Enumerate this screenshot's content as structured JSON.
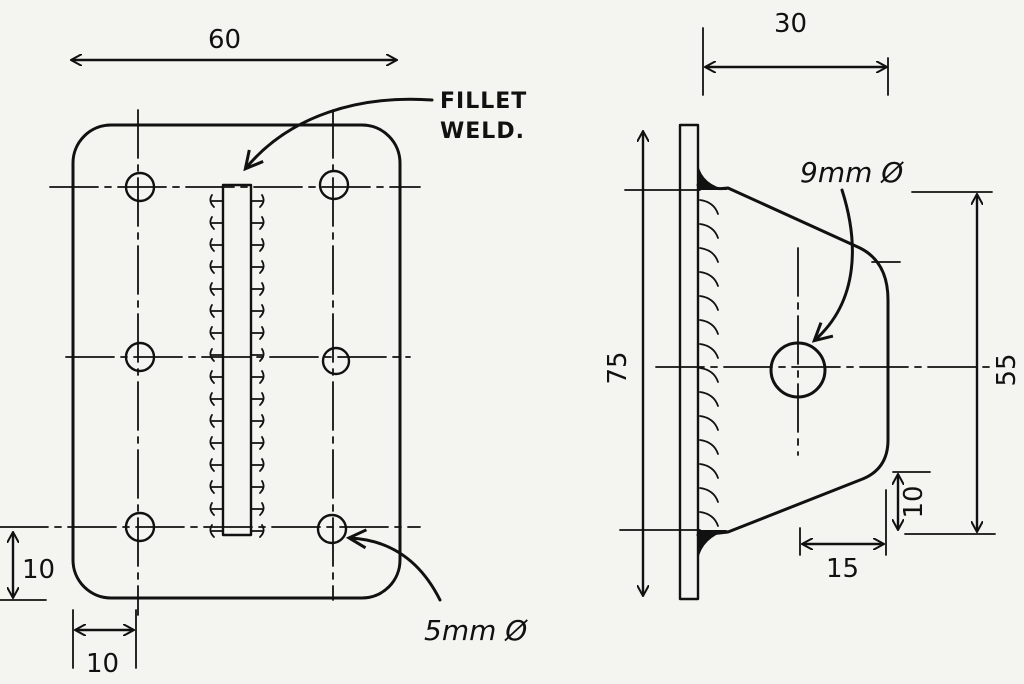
{
  "drawing": {
    "front_view": {
      "dim_width": "60",
      "dim_edge_vertical": "10",
      "dim_edge_horizontal": "10",
      "hole_note": "5mm Ø",
      "weld_label_line1": "FILLET",
      "weld_label_line2": "WELD."
    },
    "side_view": {
      "dim_depth": "30",
      "dim_height": "75",
      "dim_hole_spacing": "55",
      "dim_flange": "10",
      "dim_offset": "15",
      "hole_note": "9mm Ø"
    }
  },
  "colors": {
    "ink": "#111111",
    "paper": "#f4f4f1"
  }
}
